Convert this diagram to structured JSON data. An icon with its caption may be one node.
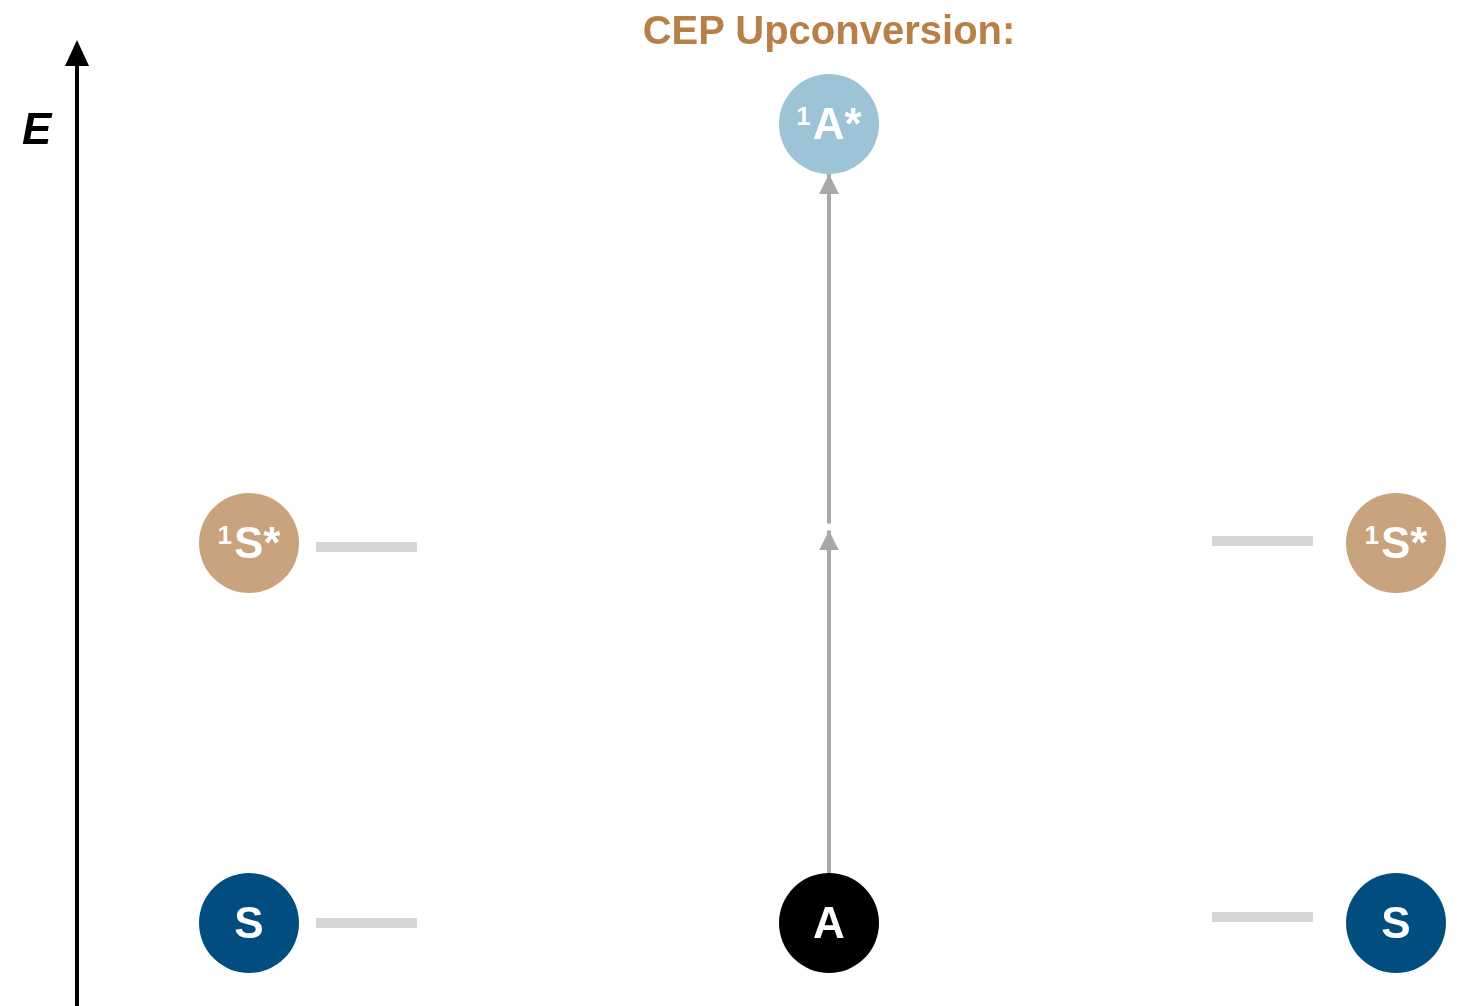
{
  "diagram": {
    "title": "CEP Upconversion:",
    "nodes": [
      {
        "text": [
          "$^{1}$A*"
        ]
      },
      {
        "text": [
          "$^{1}$S*"
        ]
      },
      {
        "text": [
          "$^{1}$S*"
        ]
      },
      {
        "text": [
          "S"
        ]
      },
      {
        "text": [
          "A"
        ]
      },
      {
        "text": [
          "S"
        ]
      }
    ],
    "edges": [
      {
        "from": 4,
        "to": 0,
        "arrow": "to"
      }
    ],
    "labels": [
      "E"
    ]
  }
}
